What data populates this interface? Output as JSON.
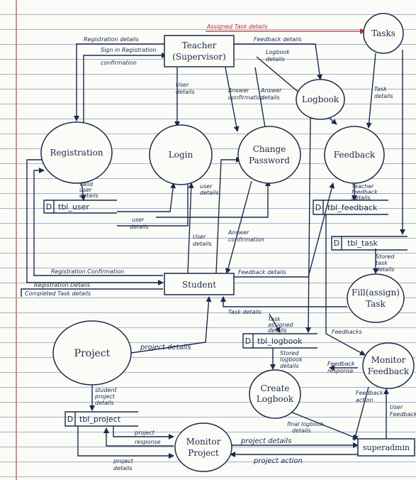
{
  "entities": {
    "teacher": [
      "Teacher",
      "(Supervisor)"
    ],
    "student": "Student",
    "superadmin": "superadmin"
  },
  "processes": {
    "tasks": "Tasks",
    "registration": "Registration",
    "login": "Login",
    "change_password": [
      "Change",
      "Password"
    ],
    "logbook": "Logbook",
    "feedback": "Feedback",
    "fill_task": [
      "Fill(assign)",
      "Task"
    ],
    "project": "Project",
    "create_logbook": [
      "Create",
      "Logbook"
    ],
    "monitor_feedback": [
      "Monitor",
      "Feedback"
    ],
    "monitor_project": [
      "Monitor",
      "Project"
    ]
  },
  "stores": {
    "tbl_user": "tbl_user",
    "tbl_feedback": "tbl_feedback",
    "tbl_task": "tbl_task",
    "tbl_logbook": "tbl_logbook",
    "tbl_project": "tbl_project"
  },
  "store_prefix": "D",
  "flows": {
    "assigned_task_details": "Assigned Task details",
    "registration_details_top": "Registration details",
    "signin_registration_confirmation": [
      "Sign in Registration",
      "confirmation"
    ],
    "feedback_details_top": "Feedback details",
    "logbook_details": [
      "Logbook",
      "details"
    ],
    "user_details_teacher": [
      "User",
      "details"
    ],
    "answer_confirmation_top": [
      "Answer",
      "confirmation"
    ],
    "answer_details": [
      "Answer",
      "details"
    ],
    "task_details_right": [
      "Task",
      "details"
    ],
    "valid_user_details": [
      "valid",
      "user",
      "details"
    ],
    "user_details_middle": [
      "user",
      "details"
    ],
    "user_details_login": [
      "user",
      "details"
    ],
    "answer_confirmation_mid": [
      "Answer",
      "confirmation"
    ],
    "user_details_student": [
      "User",
      "details"
    ],
    "teacher_feedback_details": [
      "Teacher",
      "feedback",
      "details"
    ],
    "stored_task_details": [
      "Stored",
      "task",
      "details"
    ],
    "registration_confirmation": "Registration Confirmation",
    "registration_details": "Registration Details",
    "completed_task_details": "Completed Task details",
    "feedback_details_student": "Feedback details",
    "task_details_student": "Task details",
    "task_assigned_details": [
      "Task",
      "assigned",
      "details"
    ],
    "feedbacks": "Feedbacks",
    "project_details_main": "project details",
    "stored_logbook_details": [
      "Stored",
      "logbook",
      "details"
    ],
    "student_project_details": [
      "student",
      "project",
      "details"
    ],
    "feedback_response": [
      "Feedback",
      "response"
    ],
    "feedback_action": [
      "Feedback",
      "action"
    ],
    "user_feedback": [
      "User",
      "Feedback"
    ],
    "final_logbook_details": [
      "final logbook",
      "details"
    ],
    "project_response": [
      "project",
      "response"
    ],
    "project_details_bottom": "project details",
    "project_action": "project action",
    "project_details_left": [
      "project",
      "details"
    ]
  }
}
